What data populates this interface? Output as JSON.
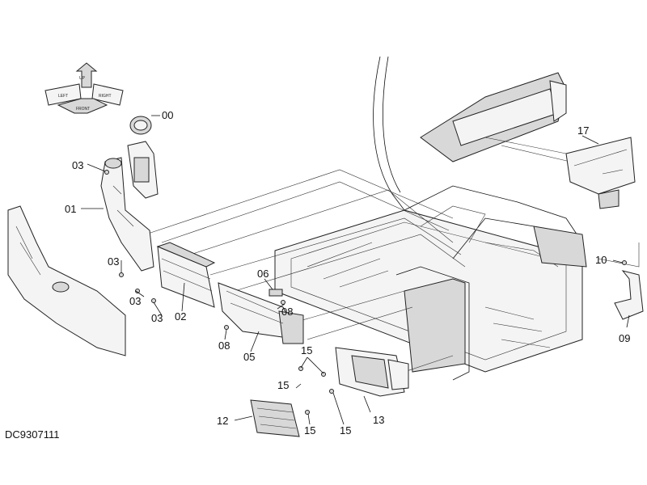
{
  "document_id": "DC9307111",
  "direction_arrows": {
    "up": "UP",
    "forward": "FRONT",
    "left": "LEFT",
    "right": "RIGHT"
  },
  "callouts": {
    "p00": "00",
    "p01": "01",
    "p02": "02",
    "p03a": "03",
    "p03b": "03",
    "p03c": "03",
    "p03d": "03",
    "p05": "05",
    "p06": "06",
    "p08a": "08",
    "p08b": "08",
    "p09": "09",
    "p10": "10",
    "p12": "12",
    "p13": "13",
    "p15a": "15",
    "p15b": "15",
    "p15c": "15",
    "p15d": "15",
    "p17": "17"
  }
}
